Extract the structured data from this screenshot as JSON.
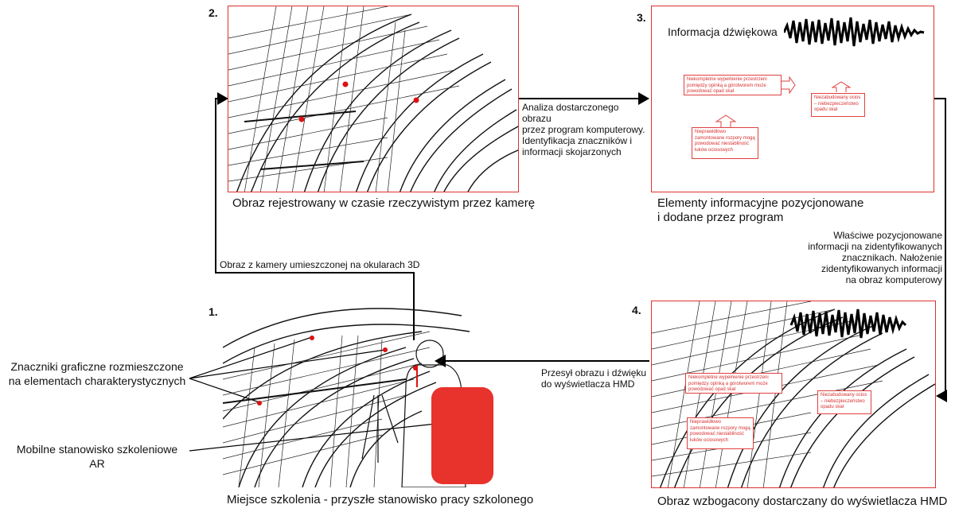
{
  "steps": {
    "step1": {
      "number": "1.",
      "caption": "Miejsce szkolenia - przyszłe stanowisko pracy szkolonego"
    },
    "step2": {
      "number": "2.",
      "caption": "Obraz rejestrowany w czasie rzeczywistym przez kamerę"
    },
    "step3": {
      "number": "3.",
      "audio_label": "Informacja dźwiękowa",
      "caption_line1": "Elementy  informacyjne pozycjonowane",
      "caption_line2": "i dodane przez program",
      "notes": [
        "Niekompletne wypełnienie przestrzeni pomiędzy opinką a górotworem może powodować opad skał",
        "Niezabudowany ocios – niebezpieczeństwo opadu skał",
        "Nieprawidłowo zamontowane rozpory mogą powodować niestabilność łuków ociosowych"
      ]
    },
    "step4": {
      "number": "4.",
      "caption": "Obraz wzbogacony dostarczany do wyświetlacza HMD",
      "notes": [
        "Niekompletne wypełnienie przestrzeni pomiędzy opinką a górotworem może powodować opad skał",
        "Niezabudowany ocios – niebezpieczeństwo opadu skał",
        "Nieprawidłowo zamontowane rozpory mogą powodować niestabilność łuków ociosowych"
      ]
    }
  },
  "arrows": {
    "camera_label": "Obraz z kamery umieszczonej  na okularach 3D",
    "analysis_lines": [
      "Analiza dostarczonego obrazu",
      "przez program komputerowy.",
      "Identyfikacja znaczników  i",
      "informacji skojarzonych"
    ],
    "overlay_lines": [
      "Właściwe pozycjonowane",
      "informacji na zidentyfikowanych",
      "znacznikach.  Nałożenie",
      "zidentyfikowanych  informacji",
      "na obraz komputerowy"
    ],
    "transmit_lines": [
      "Przesył obrazu i dźwięku",
      "do wyświetlacza HMD"
    ]
  },
  "side_labels": {
    "markers_line1": "Znaczniki graficzne rozmieszczone",
    "markers_line2": "na elementach charakterystycznych",
    "mobile_line1": "Mobilne stanowisko szkoleniowe",
    "mobile_line2": "AR"
  },
  "colors": {
    "frame_red": "#e03030",
    "marker_red": "#dd1111",
    "backpack_red": "#e8322c"
  }
}
